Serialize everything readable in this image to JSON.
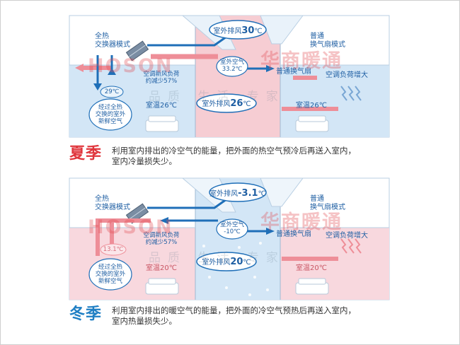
{
  "colors": {
    "summer_warm": "#f5c9cf",
    "summer_cool": "#cfe3f4",
    "winter_warm": "#f7d3da",
    "winter_cool": "#cfe3f4",
    "arrow_red": "#ee8e98",
    "arrow_blue": "#1f6fb8",
    "text_blue": "#1f5fa3",
    "summer_title": "#e0353c",
    "winter_title": "#1f7fc4"
  },
  "summer": {
    "title": "夏季",
    "caption_line1": "利用室内排出的冷空气的能量，把外面的热空气预冷后再送入室内，",
    "caption_line2": "室内冷量损失少。",
    "label_left_line1": "全热",
    "label_left_line2": "交换器模式",
    "label_right_line1": "普通",
    "label_right_line2": "换气扇模式",
    "outdoor_exhaust_prefix": "室外排风",
    "outdoor_exhaust_value": "30",
    "outdoor_exhaust_unit": "℃",
    "outdoor_air_label": "室外空气",
    "outdoor_air_value": "33.2℃",
    "load_reduce_line1": "空调新风负荷",
    "load_reduce_line2": "约减少57%",
    "fresh_temp": "29℃",
    "fresh_line1": "经过全热",
    "fresh_line2": "交换的室外",
    "fresh_line3": "新鲜空气",
    "room_left": "室温26℃",
    "room_right": "室温26℃",
    "fan_label": "普通换气扇",
    "load_increase": "空调负荷增大",
    "exhaust2_prefix": "室外排风",
    "exhaust2_value": "26",
    "exhaust2_unit": "℃"
  },
  "winter": {
    "title": "冬季",
    "caption_line1": "利用室内排出的暖空气的能量，把外面的冷空气预热后再送入室内，",
    "caption_line2": "室内热量损失少。",
    "label_left_line1": "全热",
    "label_left_line2": "交换器模式",
    "label_right_line1": "普通",
    "label_right_line2": "换气扇模式",
    "outdoor_exhaust_prefix": "室外排风",
    "outdoor_exhaust_value": "-3.1",
    "outdoor_exhaust_unit": "℃",
    "outdoor_air_label": "室外空气",
    "outdoor_air_value": "-10℃",
    "load_reduce_line1": "空调新风负荷",
    "load_reduce_line2": "约减少57%",
    "fresh_temp": "13.1℃",
    "fresh_line1": "经过全热",
    "fresh_line2": "交换的室外",
    "fresh_line3": "新鲜空气",
    "room_left": "室温20℃",
    "room_right": "室温20℃",
    "fan_label": "普通换气扇",
    "load_increase": "空调负荷增大",
    "exhaust2_prefix": "室外排风",
    "exhaust2_value": "20",
    "exhaust2_unit": "℃"
  },
  "watermark": {
    "brand_latin": "HOSON",
    "brand_cn": "华商暖通",
    "slogan": "品质 生活 专家"
  }
}
